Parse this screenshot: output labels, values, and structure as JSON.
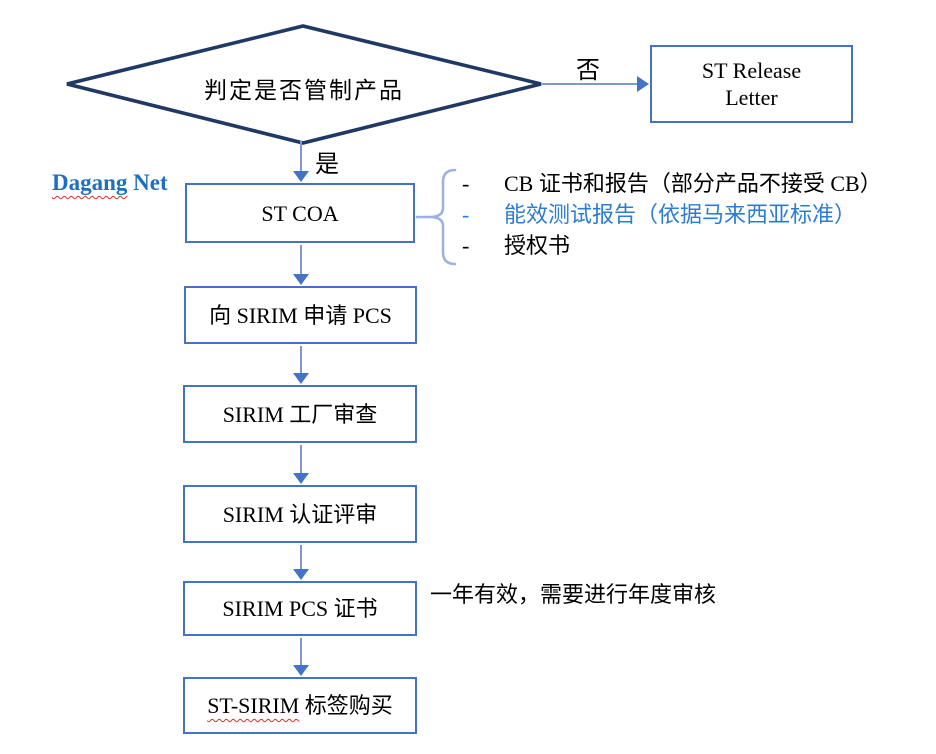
{
  "decision": {
    "label": "判定是否管制产品",
    "no_label": "否",
    "yes_label": "是"
  },
  "brand": {
    "word1": "Dagang",
    "word2": "Net"
  },
  "boxes": {
    "release_letter": {
      "line1": "ST Release",
      "line2": "Letter"
    },
    "st_coa": "ST COA",
    "apply_pcs": "向 SIRIM 申请 PCS",
    "factory_audit": "SIRIM 工厂审查",
    "cert_review": "SIRIM 认证评审",
    "pcs_cert": "SIRIM PCS 证书",
    "label_purchase": {
      "part1": "ST-SIRIM",
      "part2": " 标签购买"
    }
  },
  "requirements": {
    "items": [
      {
        "bullet": "-",
        "text": "CB 证书和报告（部分产品不接受 CB）"
      },
      {
        "bullet": "-",
        "text": "能效测试报告（依据马来西亚标准）"
      },
      {
        "bullet": "-",
        "text": "授权书"
      }
    ]
  },
  "annotations": {
    "pcs_validity": "一年有效，需要进行年度审核"
  },
  "colors": {
    "diamond_border": "#1F3864",
    "box_border": "#4472C4",
    "arrow_shaft": "#7C9AD1",
    "arrow_head": "#4472C4",
    "brace": "#9DB3DC",
    "brand_blue": "#1F6FC1",
    "highlight_blue": "#2B7CD3",
    "spellcheck_red": "#D93025"
  }
}
